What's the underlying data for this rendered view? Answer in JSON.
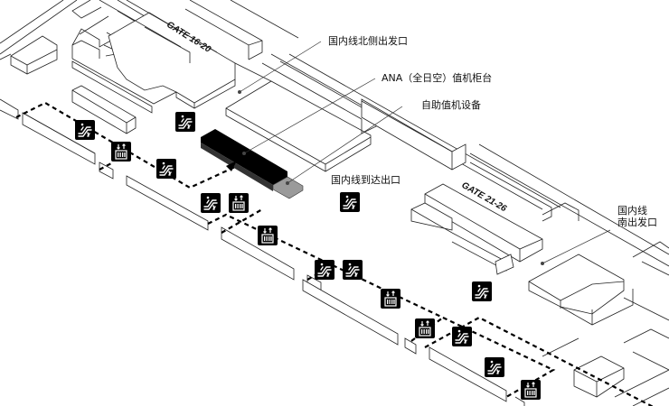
{
  "map": {
    "title": "Terminal domestic departures floor map",
    "labels": {
      "north_exit": "国内线北侧出发口",
      "ana_counter": "ANA（全日空）值机柜台",
      "self_checkin": "自助值机设备",
      "arrival_exit": "国内线到达出口",
      "south_exit_line1": "国内线",
      "south_exit_line2": "南出发口"
    },
    "gates": {
      "north": "GATE 16-20",
      "south": "GATE 21-26"
    },
    "icons": [
      {
        "type": "escalator-icon"
      },
      {
        "type": "elevator-icon"
      },
      {
        "type": "escalator-icon"
      },
      {
        "type": "escalator-icon"
      },
      {
        "type": "escalator-icon"
      },
      {
        "type": "elevator-icon"
      },
      {
        "type": "elevator-icon"
      },
      {
        "type": "escalator-icon"
      },
      {
        "type": "escalator-icon"
      },
      {
        "type": "elevator-icon"
      },
      {
        "type": "escalator-icon"
      },
      {
        "type": "escalator-icon"
      },
      {
        "type": "elevator-icon"
      },
      {
        "type": "escalator-icon"
      },
      {
        "type": "escalator-icon"
      },
      {
        "type": "elevator-icon"
      }
    ],
    "colors": {
      "counter": "#000000",
      "kiosk": "#9a9a9a",
      "line": "#222222"
    }
  }
}
